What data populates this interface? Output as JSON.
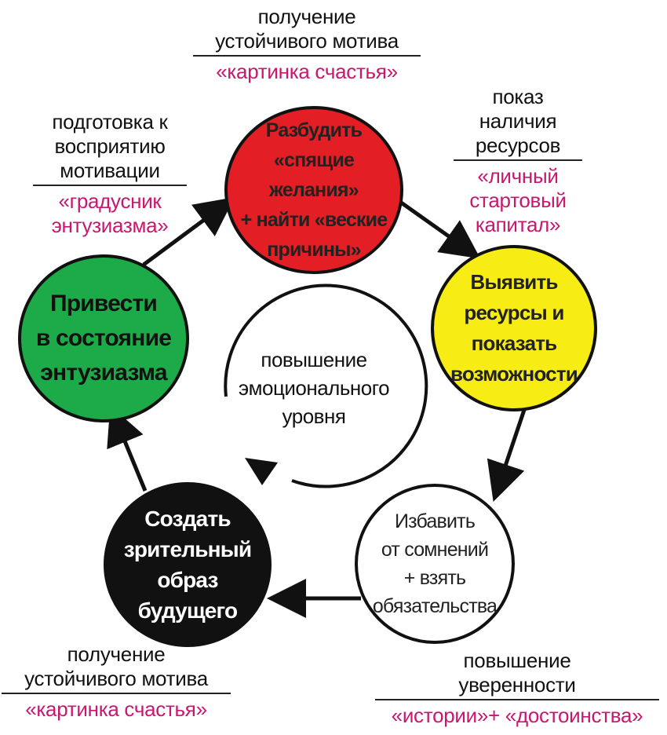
{
  "colors": {
    "red": "#e31e24",
    "yellow": "#f7ec13",
    "green": "#1cab48",
    "black": "#111111",
    "white": "#ffffff",
    "pink_text": "#c8176e"
  },
  "center": {
    "lines": [
      "повышение",
      "эмоционального",
      "уровня"
    ]
  },
  "nodes": {
    "top": {
      "color": "red",
      "lines": [
        "Разбудить",
        "«спящие желания»",
        "+ найти «веские",
        "причины»"
      ]
    },
    "right": {
      "color": "yellow",
      "lines": [
        "Выявить",
        "ресурсы и",
        "показать",
        "возможности"
      ]
    },
    "bottom_right": {
      "color": "white",
      "lines": [
        "Избавить",
        "от сомнений",
        "+ взять",
        "обязательства"
      ]
    },
    "bottom_left": {
      "color": "black",
      "lines": [
        "Создать",
        "зрительный",
        "образ",
        "будущего"
      ]
    },
    "left": {
      "color": "green",
      "lines": [
        "Привести",
        "в состояние",
        "энтузиазма"
      ]
    }
  },
  "captions": {
    "top": {
      "lines": [
        "получение",
        "устойчивого мотива"
      ],
      "highlight": "«картинка счастья»"
    },
    "top_right": {
      "lines": [
        "показ",
        "наличия",
        "ресурсов"
      ],
      "highlight": [
        "«личный",
        "стартовый",
        "капитал»"
      ]
    },
    "top_left": {
      "lines": [
        "подготовка к",
        "восприятию",
        "мотивации"
      ],
      "highlight": [
        "«градусник",
        "энтузиазма»"
      ]
    },
    "bottom_left": {
      "lines": [
        "получение",
        "устойчивого мотива"
      ],
      "highlight": "«картинка счастья»"
    },
    "bottom_right": {
      "lines": [
        "повышение",
        "уверенности"
      ],
      "highlight": "«истории»+ «достоинства»"
    }
  }
}
